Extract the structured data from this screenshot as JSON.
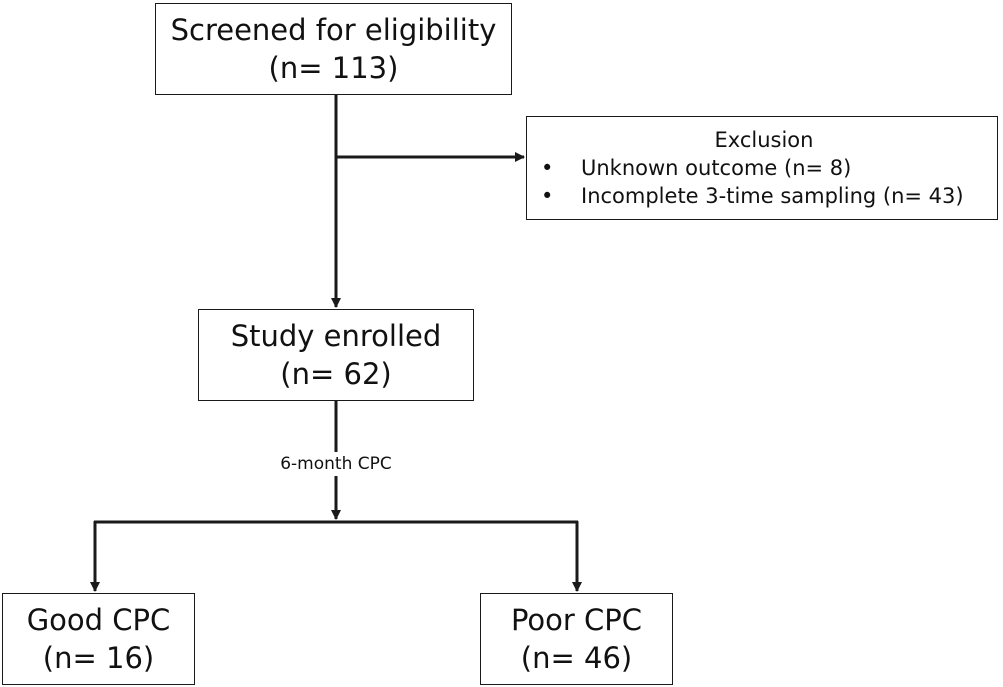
{
  "nodes": {
    "screened": {
      "line1": "Screened for eligibility",
      "line2": "(n= 113)"
    },
    "exclusion": {
      "title": "Exclusion",
      "items": [
        {
          "bullet": "•",
          "text": "Unknown outcome (n= 8)"
        },
        {
          "bullet": "•",
          "text": "Incomplete 3-time sampling (n= 43)"
        }
      ]
    },
    "enrolled": {
      "line1": "Study enrolled",
      "line2": "(n= 62)"
    },
    "good": {
      "line1": "Good CPC",
      "line2": "(n= 16)"
    },
    "poor": {
      "line1": "Poor CPC",
      "line2": "(n= 46)"
    }
  },
  "edges": {
    "split_label": "6-month CPC"
  }
}
